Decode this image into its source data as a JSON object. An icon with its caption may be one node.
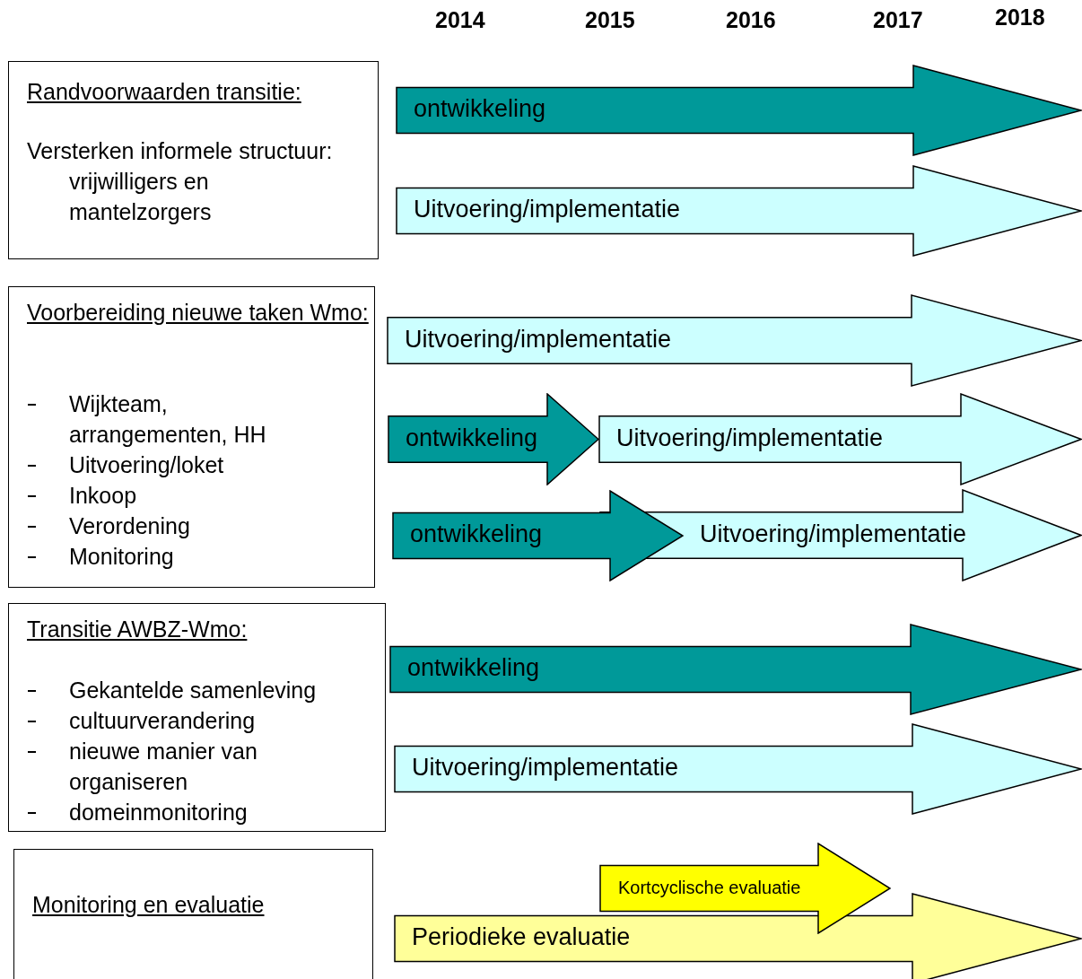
{
  "diagram": {
    "nodes": [
      {
        "text": [
          "Randvoorwaarden transitie:",
          "Versterken informele structuur: vrijwilligers en mantelzorgers"
        ]
      },
      {
        "text": [
          "ontwikkeling"
        ]
      },
      {
        "text": [
          "Uitvoering/implementatie"
        ]
      },
      {
        "text": [
          "Voorbereiding nieuwe taken Wmo:",
          "Wijkteam, arrangementen, HH",
          "Uitvoering/loket",
          "Inkoop",
          "Verordening",
          "Monitoring"
        ]
      },
      {
        "text": [
          "Uitvoering/implementatie"
        ]
      },
      {
        "text": [
          "ontwikkeling"
        ]
      },
      {
        "text": [
          "Uitvoering/implementatie"
        ]
      },
      {
        "text": [
          "ontwikkeling"
        ]
      },
      {
        "text": [
          "Uitvoering/implementatie"
        ]
      },
      {
        "text": [
          "Transitie AWBZ-Wmo:",
          "Gekantelde samenleving",
          "cultuurverandering",
          "nieuwe manier van organiseren",
          "domeinmonitoring"
        ]
      },
      {
        "text": [
          "ontwikkeling"
        ]
      },
      {
        "text": [
          "Uitvoering/implementatie"
        ]
      },
      {
        "text": [
          "Monitoring en evaluatie"
        ]
      },
      {
        "text": [
          "Kortcyclische evaluatie"
        ]
      },
      {
        "text": [
          "Periodieke evaluatie"
        ]
      }
    ],
    "labels": [
      "2014",
      "2015",
      "2016",
      "2017",
      "2018"
    ]
  }
}
